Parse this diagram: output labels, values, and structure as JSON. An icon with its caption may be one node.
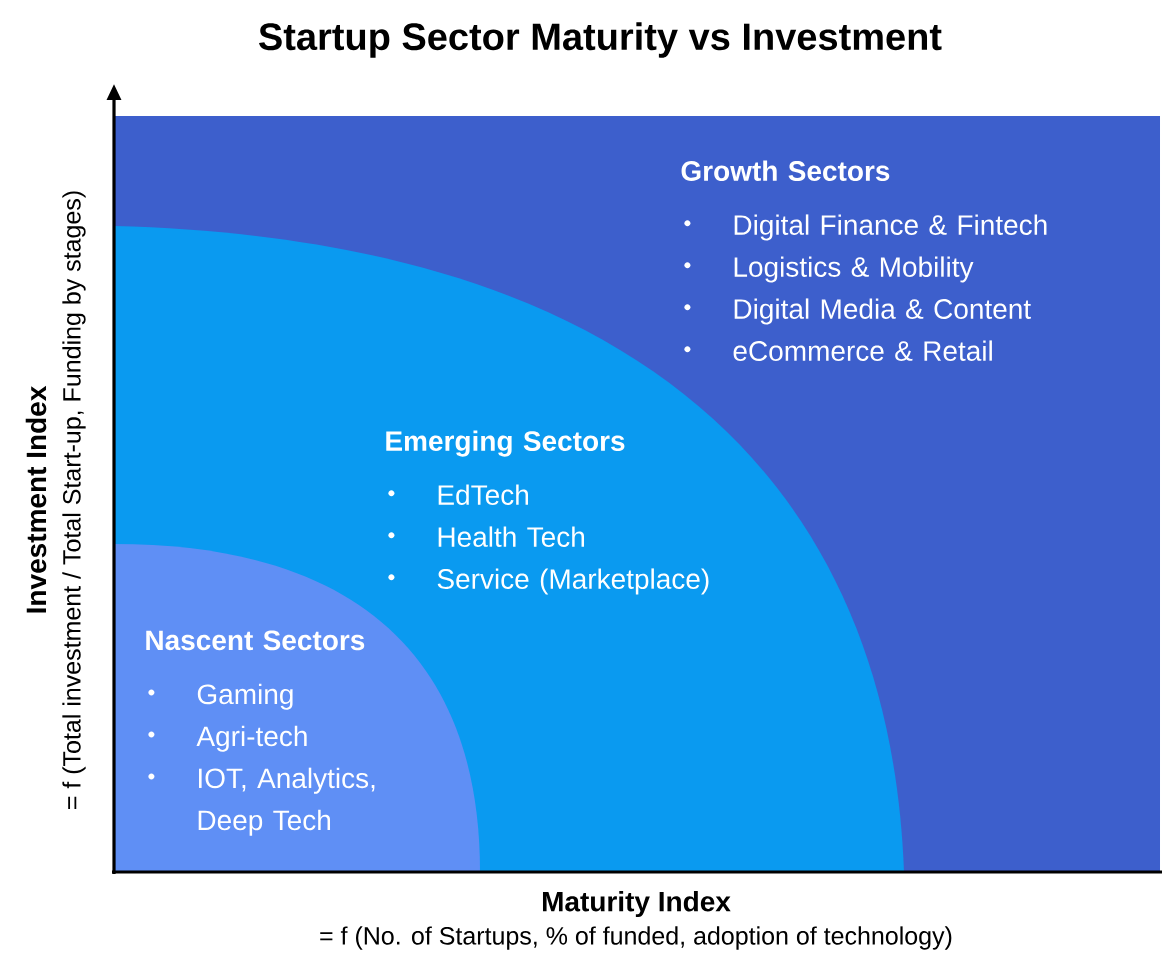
{
  "diagram": {
    "title": "Startup Sector Maturity vs Investment",
    "nodes": [
      {
        "text": [
          "Growth Sectors",
          "Digital Finance & Fintech",
          "Logistics & Mobility",
          "Digital Media & Content",
          "eCommerce & Retail"
        ]
      },
      {
        "text": [
          "Emerging Sectors",
          "EdTech",
          "Health Tech",
          "Service (Marketplace)"
        ],
        "in": 0
      },
      {
        "text": [
          "Nascent Sectors",
          "Gaming",
          "Agri-tech",
          "IOT, Analytics, Deep Tech"
        ],
        "in": 1
      }
    ],
    "labels": [
      "Investment Index",
      "= f (Total investment / Total Start-up, Funding by stages)",
      "Maturity Index",
      "= f (No. of Startups, % of funded, adoption of technology)"
    ]
  }
}
